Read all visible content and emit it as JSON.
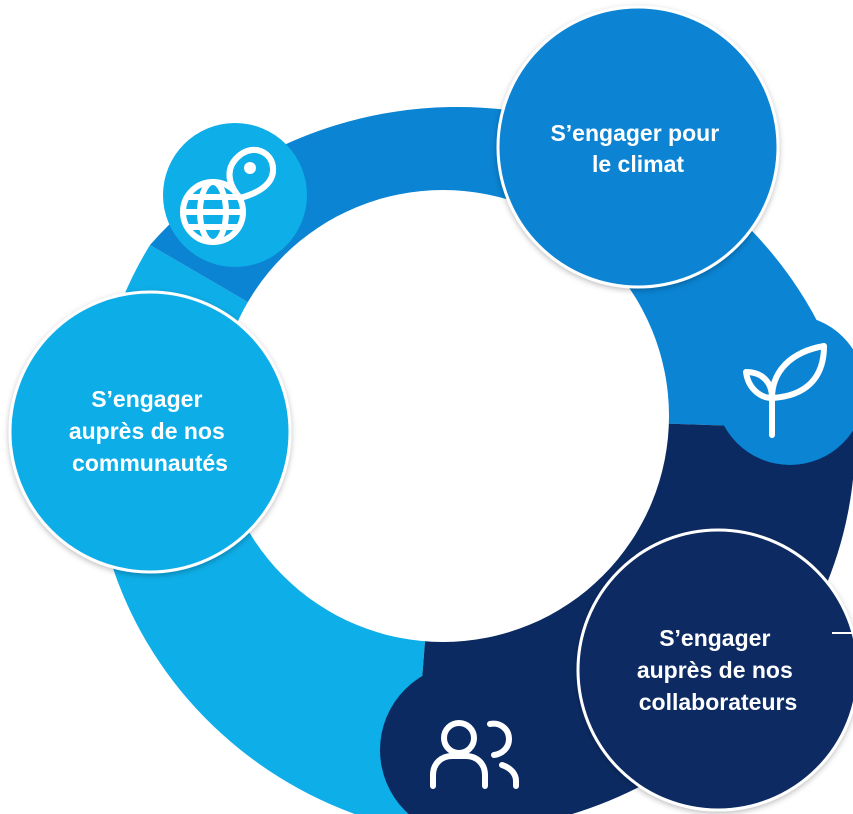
{
  "colors": {
    "light_blue": "#0eaee8",
    "mid_blue": "#0a84d3",
    "dark_navy": "#0c2a62",
    "white": "#ffffff",
    "bubble_border": "#ffffff"
  },
  "cycle": {
    "nodes": [
      {
        "id": "climat",
        "lines": [
          "S’engager pour",
          "le climat"
        ],
        "color": "#0a84d3"
      },
      {
        "id": "collaborateurs",
        "lines": [
          "S’engager",
          "auprès de nos",
          "collaborateurs"
        ],
        "color": "#0c2a62"
      },
      {
        "id": "communautes",
        "lines": [
          "S’engager",
          "auprès de nos",
          "communautés"
        ],
        "color": "#0eaee8"
      }
    ],
    "icons": [
      {
        "name": "globe-pin-icon"
      },
      {
        "name": "sprout-icon"
      },
      {
        "name": "people-icon"
      }
    ]
  }
}
